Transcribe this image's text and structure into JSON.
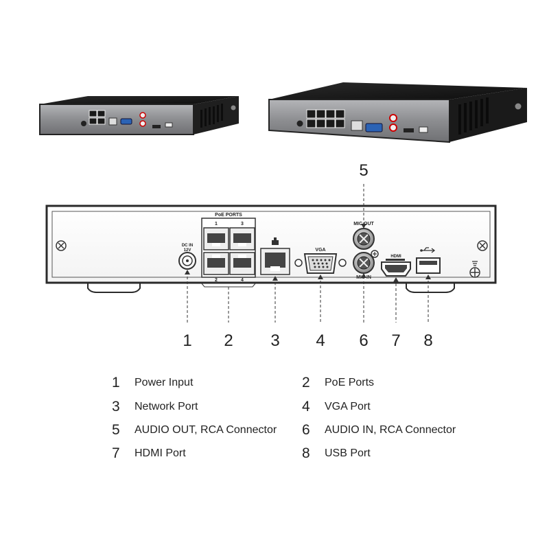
{
  "callouts": [
    "1",
    "2",
    "3",
    "4",
    "5",
    "6",
    "7",
    "8"
  ],
  "panel_labels": {
    "dc_in": "DC IN",
    "dc_voltage": "12V",
    "poe_ports": "PoE PORTS",
    "poe_port_numbers": [
      "1",
      "3",
      "2",
      "4"
    ],
    "vga": "VGA",
    "mic_out": "MIC OUT",
    "mic_in": "MIC IN",
    "hdmi": "HDMI"
  },
  "legend": [
    {
      "num": "1",
      "label": "Power Input"
    },
    {
      "num": "2",
      "label": "PoE Ports"
    },
    {
      "num": "3",
      "label": "Network Port"
    },
    {
      "num": "4",
      "label": "VGA Port"
    },
    {
      "num": "5",
      "label": "AUDIO OUT, RCA Connector"
    },
    {
      "num": "6",
      "label": "AUDIO IN, RCA Connector"
    },
    {
      "num": "7",
      "label": "HDMI Port"
    },
    {
      "num": "8",
      "label": "USB Port"
    }
  ],
  "colors": {
    "panel_fill": "#ffffff",
    "panel_stroke": "#2a2a2a",
    "port_dark": "#3a3a3a",
    "device_top": "#1c1c1c",
    "device_face": "#8e8f92",
    "leader_line": "#333333"
  }
}
